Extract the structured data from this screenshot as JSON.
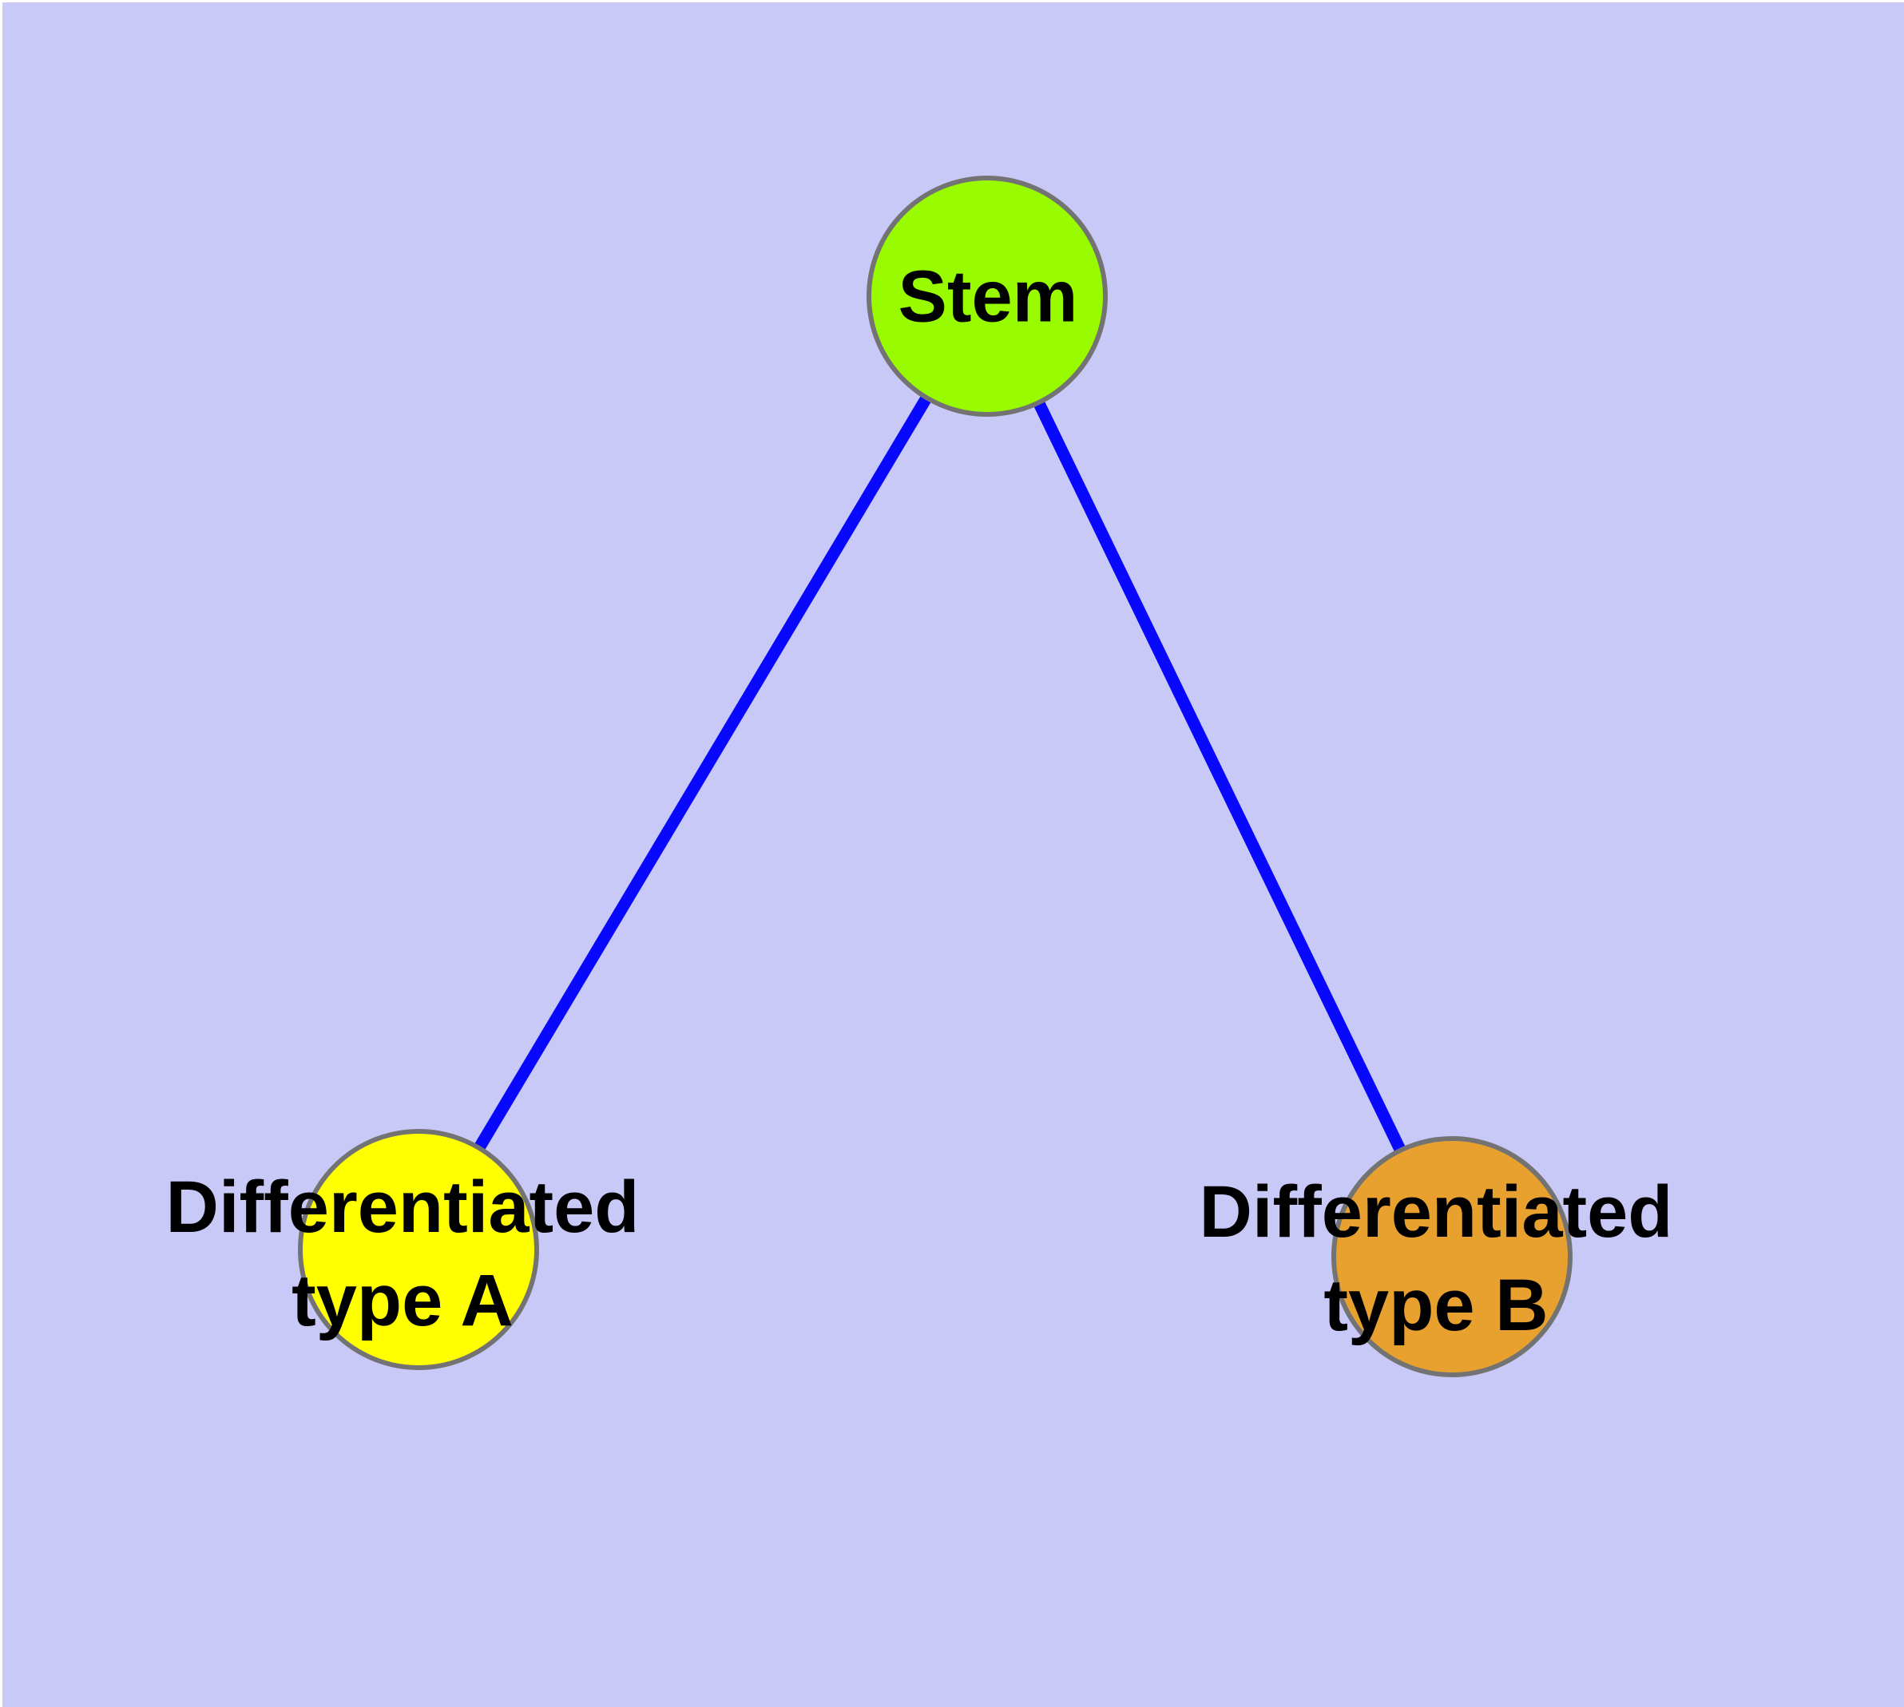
{
  "colors": {
    "background": "#c9c9f8",
    "margin": "#ffffff",
    "edge": "#0808ff",
    "node_border": "#737373",
    "label_text": "#000000"
  },
  "nodes": {
    "stem": {
      "label": "Stem",
      "fill": "#99fb00"
    },
    "type_a": {
      "label": "Differentiated\ntype A",
      "fill": "#ffff00"
    },
    "type_b": {
      "label": "Differentiated\ntype B",
      "fill": "#e8a12f"
    }
  },
  "edges": [
    {
      "from": "stem",
      "to": "type_a"
    },
    {
      "from": "stem",
      "to": "type_b"
    }
  ]
}
